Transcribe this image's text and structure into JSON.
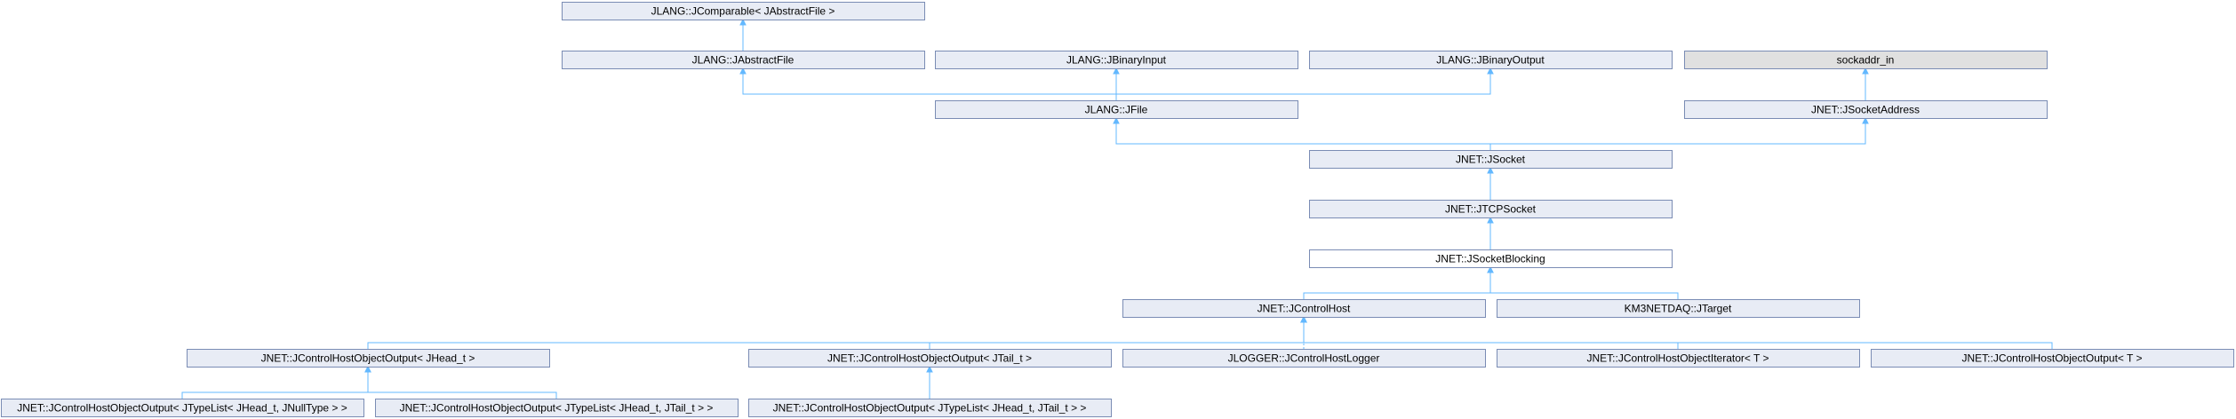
{
  "nodes": [
    {
      "id": "jcomparable",
      "label": "JLANG::JComparable< JAbstractFile >",
      "style": "normal"
    },
    {
      "id": "jabstractfile",
      "label": "JLANG::JAbstractFile",
      "style": "normal"
    },
    {
      "id": "jbinaryinput",
      "label": "JLANG::JBinaryInput",
      "style": "normal"
    },
    {
      "id": "jbinaryoutput",
      "label": "JLANG::JBinaryOutput",
      "style": "normal"
    },
    {
      "id": "sockaddr_in",
      "label": "sockaddr_in",
      "style": "external"
    },
    {
      "id": "jfile",
      "label": "JLANG::JFile",
      "style": "normal"
    },
    {
      "id": "jsocketaddress",
      "label": "JNET::JSocketAddress",
      "style": "normal"
    },
    {
      "id": "jsocket",
      "label": "JNET::JSocket",
      "style": "normal"
    },
    {
      "id": "jtcpsocket",
      "label": "JNET::JTCPSocket",
      "style": "normal"
    },
    {
      "id": "jsocketblocking",
      "label": "JNET::JSocketBlocking",
      "style": "current"
    },
    {
      "id": "jcontrolhost",
      "label": "JNET::JControlHost",
      "style": "normal"
    },
    {
      "id": "jtarget",
      "label": "KM3NETDAQ::JTarget",
      "style": "normal"
    },
    {
      "id": "jcho_head",
      "label": "JNET::JControlHostObjectOutput< JHead_t >",
      "style": "normal"
    },
    {
      "id": "jcho_tail",
      "label": "JNET::JControlHostObjectOutput< JTail_t >",
      "style": "normal"
    },
    {
      "id": "jcontrolhostlogger",
      "label": "JLOGGER::JControlHostLogger",
      "style": "normal"
    },
    {
      "id": "jchoiterator",
      "label": "JNET::JControlHostObjectIterator< T >",
      "style": "normal"
    },
    {
      "id": "jcho_t",
      "label": "JNET::JControlHostObjectOutput< T >",
      "style": "normal"
    },
    {
      "id": "jcho_tl_null",
      "label": "JNET::JControlHostObjectOutput< JTypeList< JHead_t, JNullType > >",
      "style": "normal"
    },
    {
      "id": "jcho_tl_tail_a",
      "label": "JNET::JControlHostObjectOutput< JTypeList< JHead_t, JTail_t > >",
      "style": "normal"
    },
    {
      "id": "jcho_tl_tail_b",
      "label": "JNET::JControlHostObjectOutput< JTypeList< JHead_t, JTail_t > >",
      "style": "normal"
    }
  ],
  "edges": [
    {
      "from": "jabstractfile",
      "to": "jcomparable",
      "style": "solid"
    },
    {
      "from": "jfile",
      "to": "jabstractfile",
      "style": "solid"
    },
    {
      "from": "jfile",
      "to": "jbinaryinput",
      "style": "solid"
    },
    {
      "from": "jfile",
      "to": "jbinaryoutput",
      "style": "solid"
    },
    {
      "from": "jsocketaddress",
      "to": "sockaddr_in",
      "style": "solid"
    },
    {
      "from": "jsocket",
      "to": "jfile",
      "style": "solid"
    },
    {
      "from": "jsocket",
      "to": "jsocketaddress",
      "style": "solid"
    },
    {
      "from": "jtcpsocket",
      "to": "jsocket",
      "style": "solid"
    },
    {
      "from": "jsocketblocking",
      "to": "jtcpsocket",
      "style": "solid"
    },
    {
      "from": "jcontrolhost",
      "to": "jsocketblocking",
      "style": "solid"
    },
    {
      "from": "jtarget",
      "to": "jsocketblocking",
      "style": "solid"
    },
    {
      "from": "jcho_head",
      "to": "jcontrolhost",
      "style": "solid"
    },
    {
      "from": "jcho_tail",
      "to": "jcontrolhost",
      "style": "solid"
    },
    {
      "from": "jcontrolhostlogger",
      "to": "jcontrolhost",
      "style": "dotted"
    },
    {
      "from": "jchoiterator",
      "to": "jcontrolhost",
      "style": "solid"
    },
    {
      "from": "jcho_t",
      "to": "jcontrolhost",
      "style": "solid"
    },
    {
      "from": "jcho_tl_null",
      "to": "jcho_head",
      "style": "solid"
    },
    {
      "from": "jcho_tl_tail_a",
      "to": "jcho_head",
      "style": "solid"
    },
    {
      "from": "jcho_tl_tail_b",
      "to": "jcho_tail",
      "style": "solid"
    }
  ],
  "colors": {
    "node_fill": "#e8ecf5",
    "external_fill": "#e0e0e0",
    "current_fill": "#ffffff",
    "node_border": "#7a8cb4",
    "current_border": "#000000",
    "edge": "#63b8ff"
  }
}
